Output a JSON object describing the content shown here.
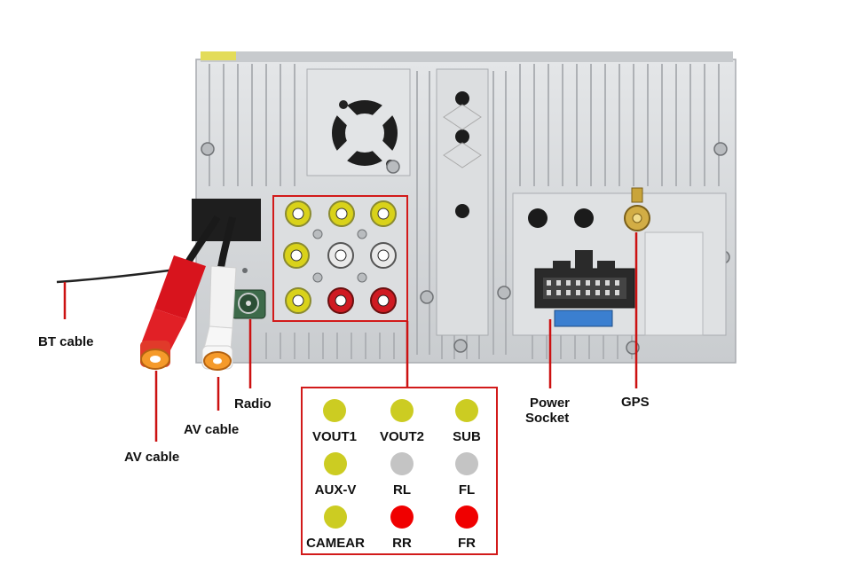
{
  "callouts": {
    "bt_cable": "BT cable",
    "av_cable_left": "AV cable",
    "av_cable_right": "AV cable",
    "radio": "Radio",
    "power_socket_line1": "Power",
    "power_socket_line2": "Socket",
    "gps": "GPS"
  },
  "legend": {
    "items": [
      {
        "label": "VOUT1",
        "color": "#cccc22"
      },
      {
        "label": "VOUT2",
        "color": "#cccc22"
      },
      {
        "label": "SUB",
        "color": "#cccc22"
      },
      {
        "label": "AUX-V",
        "color": "#cccc22"
      },
      {
        "label": "RL",
        "color": "#c4c4c4"
      },
      {
        "label": "FL",
        "color": "#c4c4c4"
      },
      {
        "label": "CAMEAR",
        "color": "#cccc22"
      },
      {
        "label": "RR",
        "color": "#f00000"
      },
      {
        "label": "FR",
        "color": "#f00000"
      }
    ]
  },
  "colors": {
    "accent": "#d21a1a",
    "chassis": "#d6d8da",
    "rca_yellow": "#d9d21a",
    "rca_red": "#cf1a22",
    "rca_white": "#e9e9e9"
  }
}
